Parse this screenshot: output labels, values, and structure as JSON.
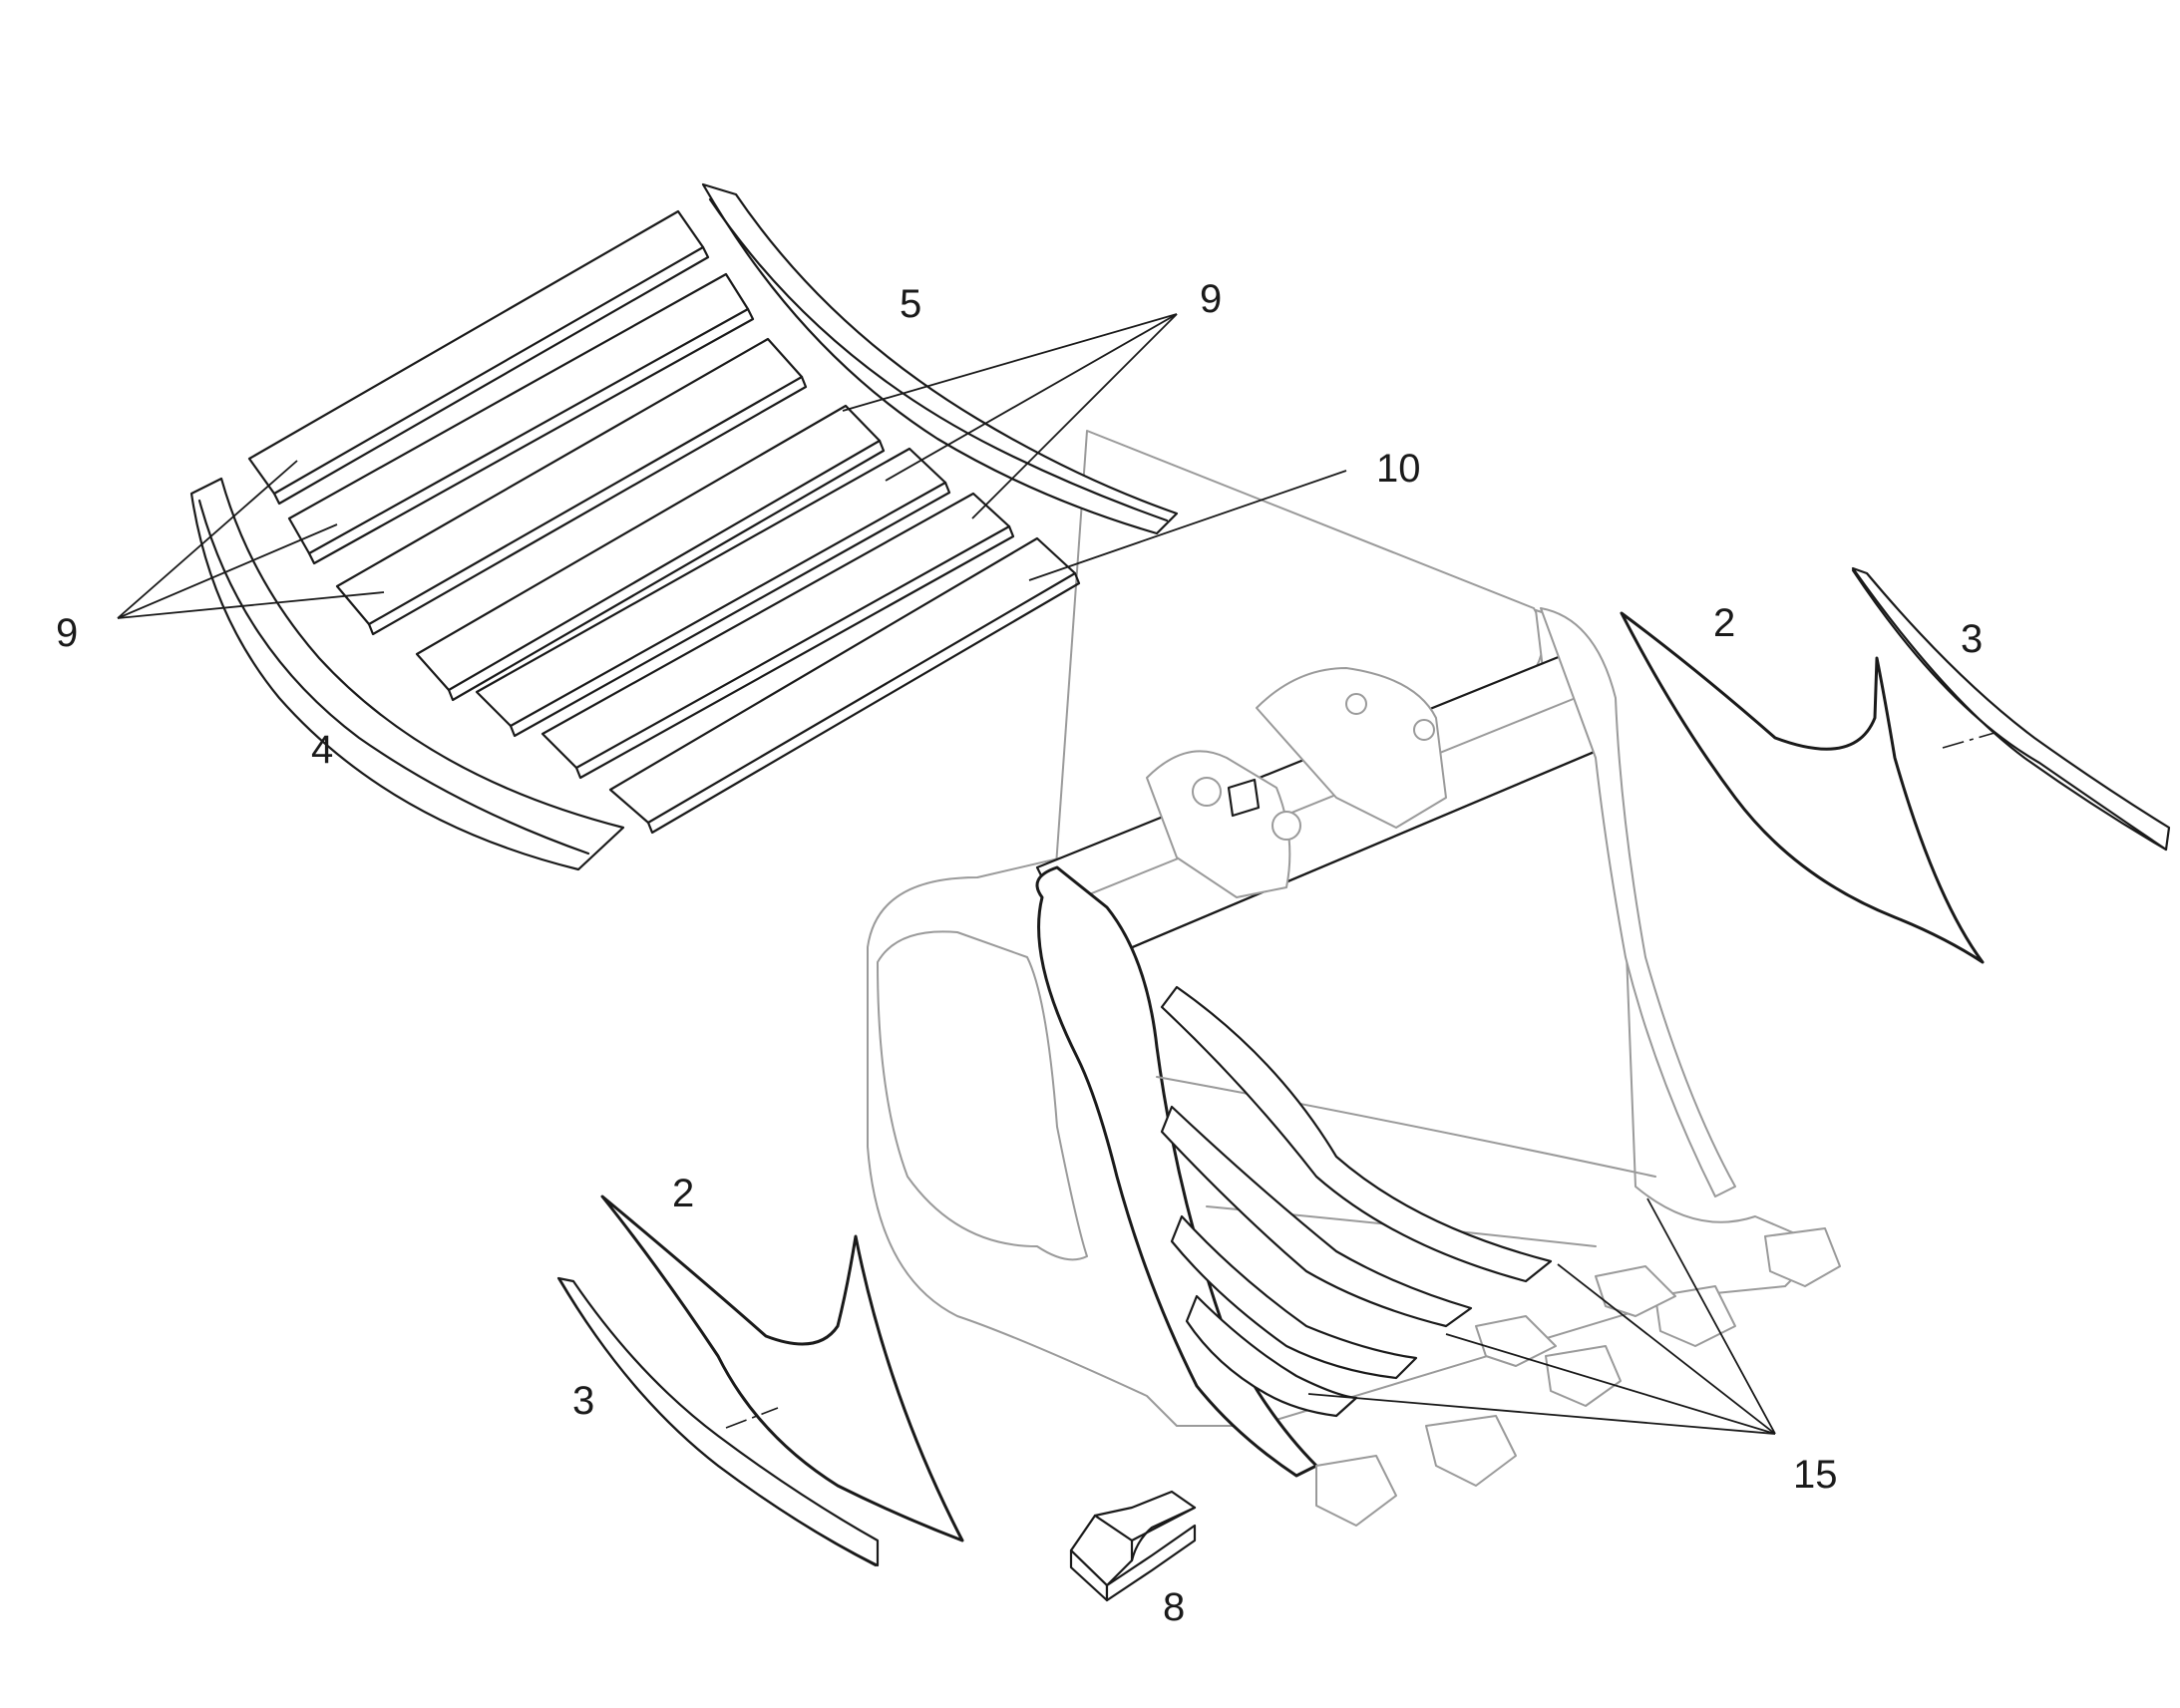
{
  "diagram": {
    "callouts": {
      "c2_right": "2",
      "c3_right": "3",
      "c2_left": "2",
      "c3_left": "3",
      "c4": "4",
      "c5": "5",
      "c8": "8",
      "c9_upper": "9",
      "c9_left": "9",
      "c10": "10",
      "c15": "15"
    },
    "parts": [
      {
        "ref": "2",
        "icon": "side-wear-plate"
      },
      {
        "ref": "3",
        "icon": "side-edge-strip"
      },
      {
        "ref": "4",
        "icon": "curved-rib-plate"
      },
      {
        "ref": "5",
        "icon": "curved-rib-plate"
      },
      {
        "ref": "8",
        "icon": "wear-block"
      },
      {
        "ref": "9",
        "icon": "wear-strip"
      },
      {
        "ref": "10",
        "icon": "wear-strip"
      },
      {
        "ref": "15",
        "icon": "bucket-bottom-wear-strip"
      }
    ],
    "colors": {
      "line": "#1a1a1a",
      "ghost": "#9a9a9a",
      "background": "#ffffff"
    }
  }
}
